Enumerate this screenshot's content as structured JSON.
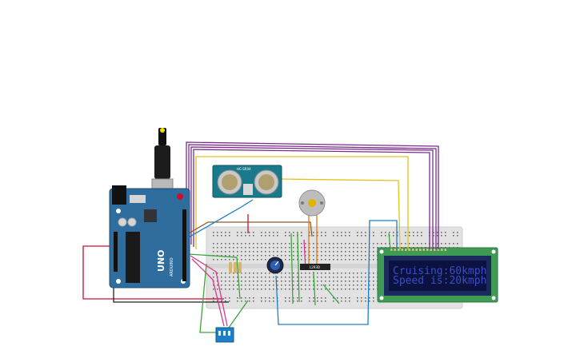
{
  "lcd": {
    "line1": "Cruising:60kmph",
    "line2": "Speed is:20kmph"
  },
  "arduino": {
    "board_label": "UNO",
    "brand": "ARDUINO"
  },
  "ultrasonic": {
    "label": "HC-SR04"
  },
  "chip": {
    "label": "L293D"
  },
  "colors": {
    "breadboard": "#e2e2e2",
    "arduino_board": "#2f6d9e",
    "lcd_pcb": "#3f9a55",
    "lcd_screen": "#0b1240",
    "lcd_text": "#3e4cc9",
    "wire_purple": "#7b2d8e",
    "wire_yellow": "#e2c21a",
    "wire_red": "#c8102e",
    "wire_blue": "#1e7fc9",
    "wire_green": "#3aa63a",
    "wire_brown": "#8b5a2b",
    "wire_orange": "#e0761c",
    "wire_pink": "#d63a8c",
    "wire_black": "#222222"
  }
}
